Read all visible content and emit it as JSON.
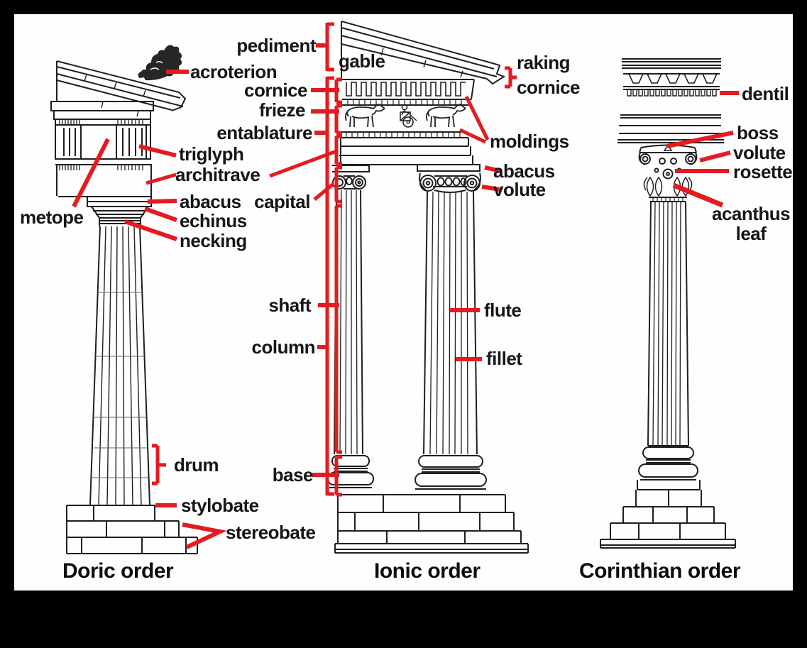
{
  "colors": {
    "leader_red": "#e41b20",
    "line_art": "#1f1f1f",
    "text": "#161616",
    "canvas": "#fefefe",
    "frame": "#000000"
  },
  "center_labels": {
    "pediment": "pediment",
    "cornice": "cornice",
    "frieze": "frieze",
    "entablature": "entablature",
    "capital": "capital",
    "shaft": "shaft",
    "column": "column",
    "base": "base"
  },
  "doric": {
    "title": "Doric order",
    "labels": {
      "acroterion": "acroterion",
      "triglyph": "triglyph",
      "architrave": "architrave",
      "metope": "metope",
      "abacus": "abacus",
      "echinus": "echinus",
      "necking": "necking",
      "drum": "drum",
      "stylobate": "stylobate",
      "stereobate": "stereobate"
    }
  },
  "ionic": {
    "title": "Ionic order",
    "labels": {
      "gable": "gable",
      "raking_cornice": "raking cornice",
      "moldings": "moldings",
      "abacus": "abacus",
      "volute": "volute",
      "flute": "flute",
      "fillet": "fillet"
    }
  },
  "corinthian": {
    "title": "Corinthian order",
    "labels": {
      "dentil": "dentil",
      "boss": "boss",
      "volute": "volute",
      "rosette": "rosette",
      "acanthus_leaf": "acanthus leaf"
    }
  }
}
